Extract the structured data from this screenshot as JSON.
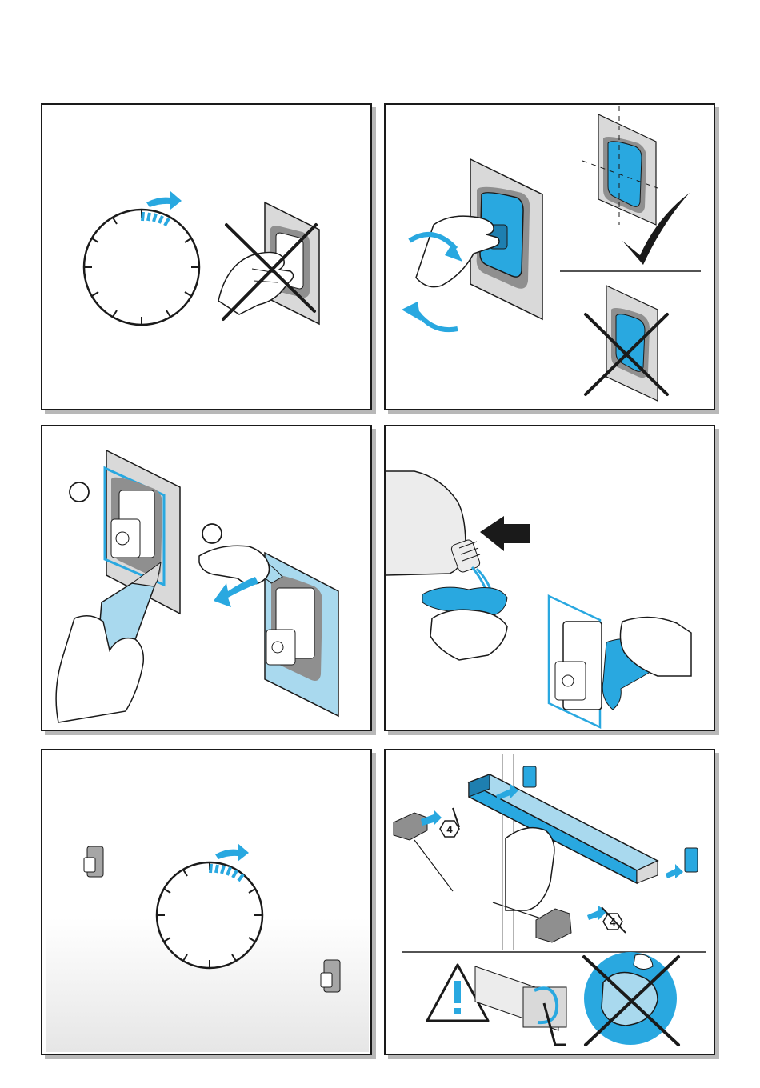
{
  "page": {
    "panels": [
      {
        "step": "wait-before-use"
      },
      {
        "step": "press-and-check-seal"
      },
      {
        "step": "remove-old-adhesive"
      },
      {
        "step": "clean-surface"
      },
      {
        "step": "let-adhesive-cure"
      },
      {
        "step": "mount-rail"
      }
    ]
  },
  "icons": {
    "clock": "clock-dial-icon",
    "arrow": "arrow-right-icon",
    "cross": "cross-out-icon",
    "check": "check-mark-icon",
    "warning": "warning-triangle-icon",
    "hex_key": "hex-key-icon"
  },
  "labels": {
    "hex_key_size_1": "4",
    "hex_key_size_2": "4"
  },
  "colors": {
    "accent": "#29a8e0",
    "light_accent": "#a9d9ee",
    "wall": "#d9d9d9",
    "ink": "#1a1a1a"
  }
}
